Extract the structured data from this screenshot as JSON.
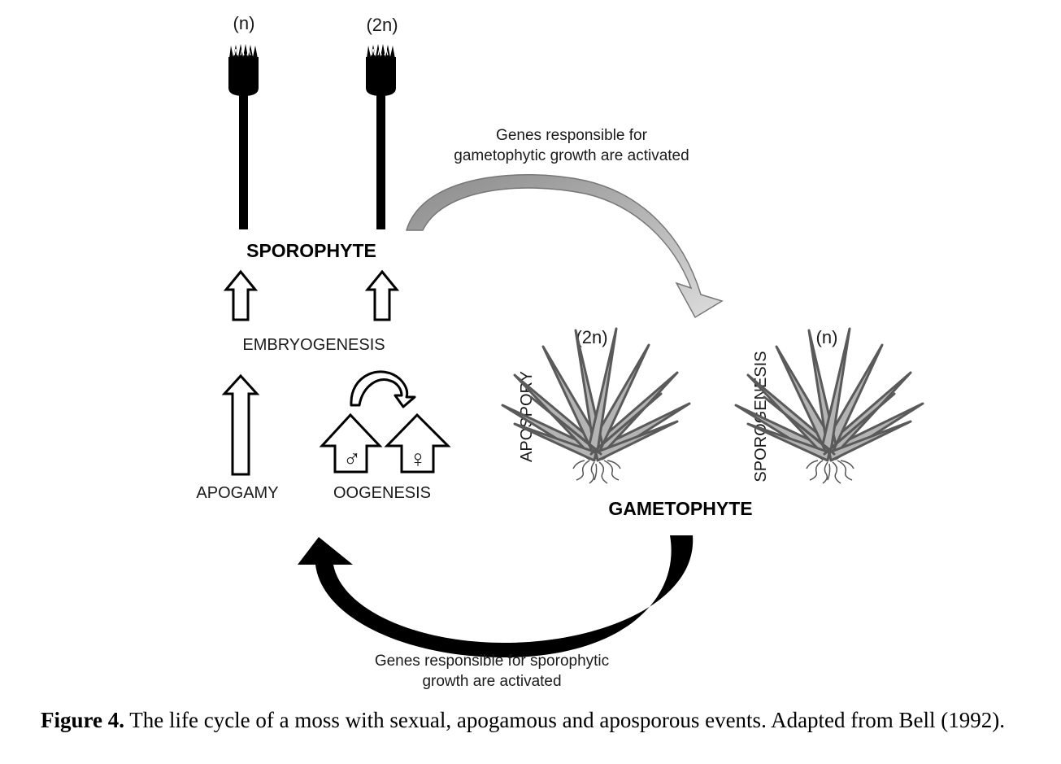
{
  "diagram": {
    "ploidy_left_sporophyte": "(n)",
    "ploidy_right_sporophyte": "(2n)",
    "sporophyte_label": "SPOROPHYTE",
    "embryogenesis_label": "EMBRYOGENESIS",
    "apogamy_label": "APOGAMY",
    "oogenesis_label": "OOGENESIS",
    "male_symbol": "♂",
    "female_symbol": "♀",
    "top_arrow_text_line1": "Genes responsible for",
    "top_arrow_text_line2": "gametophytic growth are activated",
    "ploidy_left_gametophyte": "(2n)",
    "ploidy_right_gametophyte": "(n)",
    "apospory_label": "APOSPORY",
    "sporogenesis_label": "SPOROGENESIS",
    "gametophyte_label": "GAMETOPHYTE",
    "bottom_arrow_text_line1": "Genes responsible for sporophytic",
    "bottom_arrow_text_line2": "growth are activated",
    "colors": {
      "gray_arrow_dark": "#8a8a8a",
      "gray_arrow_light": "#d8d8d8",
      "black_arrow": "#000000",
      "leaf_fill": "#b4b4b4",
      "leaf_stroke": "#5a5a5a"
    },
    "icons": [
      "sporophyte-capsule-icon",
      "hollow-up-arrow-icon",
      "curved-arrow-icon",
      "moss-gametophyte-icon"
    ]
  },
  "caption": {
    "label": "Figure 4.",
    "text": " The life cycle of a moss with sexual, apogamous and aposporous events. Adapted from Bell (1992)."
  }
}
